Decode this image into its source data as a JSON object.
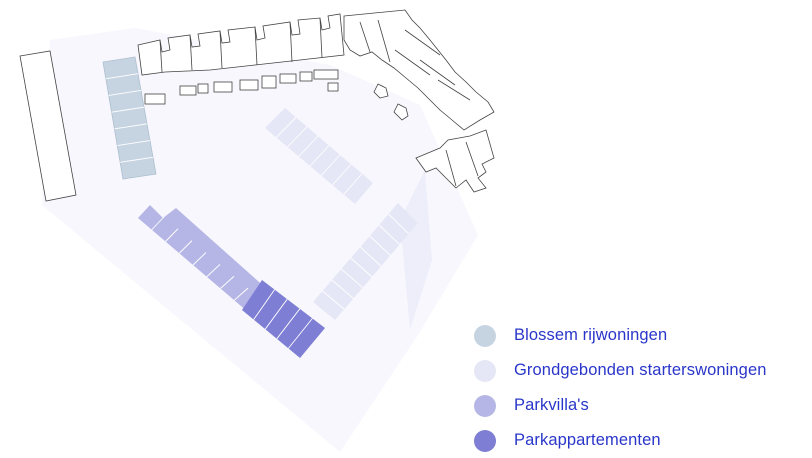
{
  "legend": {
    "items": [
      {
        "label": "Blossem rijwoningen",
        "color": "#c6d4e1"
      },
      {
        "label": "Grondgebonden starterswoningen",
        "color": "#e6e7f6"
      },
      {
        "label": "Parkvilla's",
        "color": "#b6b6e6"
      },
      {
        "label": "Parkappartementen",
        "color": "#7e7ed4"
      }
    ]
  },
  "colors": {
    "site": "#f7f7fd",
    "building_stroke": "#444444"
  }
}
